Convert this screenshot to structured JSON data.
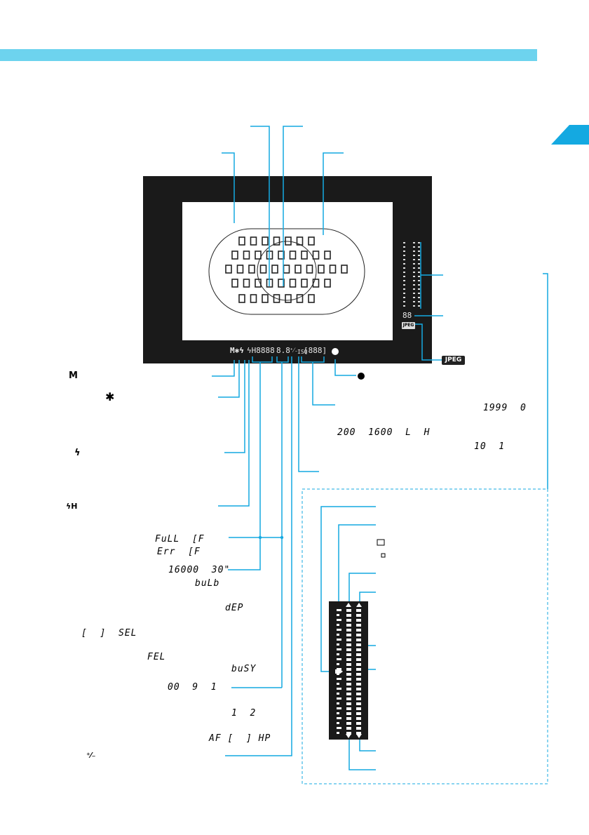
{
  "badges": {
    "jpeg": "JPEG"
  },
  "viewfinder": {
    "status_left": "M✱ϟ",
    "shutter": "ϟH8888",
    "aperture": "8.8",
    "exposure_comp_symbol": "⁺⁄₋",
    "iso_label": "ISO",
    "iso_value": "[888]",
    "max_burst": "88"
  },
  "left_symbols": {
    "manual": "M",
    "ae_lock": "✱",
    "flash": "ϟ",
    "high_speed_flash": "ϟH",
    "exposure_comp": "⁺⁄₋"
  },
  "right_labels": {
    "focus_dot": "●"
  },
  "lcd_codes": {
    "shots_remaining": "1999  0",
    "iso_range": "200  1600  L  H",
    "ratio": "10  1",
    "full_cf": "FuLL  [F",
    "err_cf": "Err  [F",
    "shutter_range": "16000  30\"",
    "bulb": "buLb",
    "dep": "dEP",
    "sel": "[  ]  SEL",
    "fel": "FEL",
    "busy": "buSY",
    "count": "00  9  1",
    "one_two": "1  2",
    "afhp": "AF [  ] HP"
  }
}
